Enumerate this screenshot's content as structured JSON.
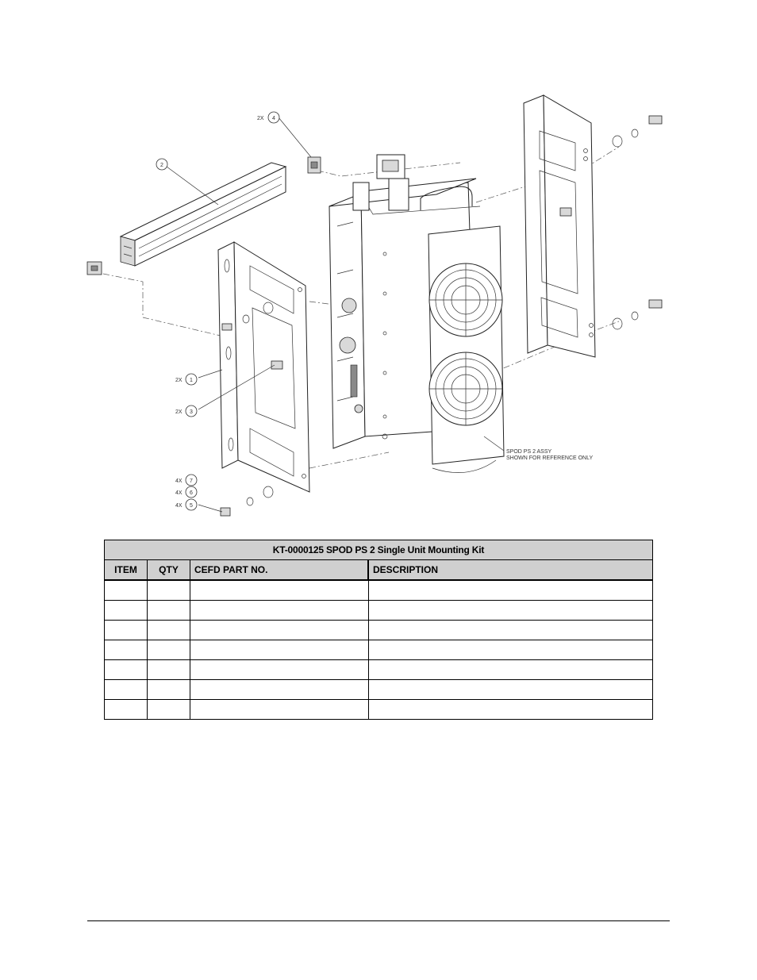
{
  "drawing": {
    "balloons": [
      {
        "qty": "2X",
        "item": "4"
      },
      {
        "qty": "",
        "item": "2"
      },
      {
        "qty": "2X",
        "item": "1"
      },
      {
        "qty": "2X",
        "item": "3"
      },
      {
        "qty": "4X",
        "item": "7"
      },
      {
        "qty": "4X",
        "item": "6"
      },
      {
        "qty": "4X",
        "item": "5"
      }
    ],
    "note_line1": "SPOD PS 2 ASSY",
    "note_line2": "SHOWN FOR REFERENCE ONLY"
  },
  "table": {
    "title": "KT-0000125 SPOD PS 2 Single Unit Mounting Kit",
    "headers": [
      "ITEM",
      "QTY",
      "CEFD PART NO.",
      "DESCRIPTION"
    ],
    "rows": [
      [
        "",
        "",
        "",
        ""
      ],
      [
        "",
        "",
        "",
        ""
      ],
      [
        "",
        "",
        "",
        ""
      ],
      [
        "",
        "",
        "",
        ""
      ],
      [
        "",
        "",
        "",
        ""
      ],
      [
        "",
        "",
        "",
        ""
      ],
      [
        "",
        "",
        "",
        ""
      ]
    ]
  }
}
